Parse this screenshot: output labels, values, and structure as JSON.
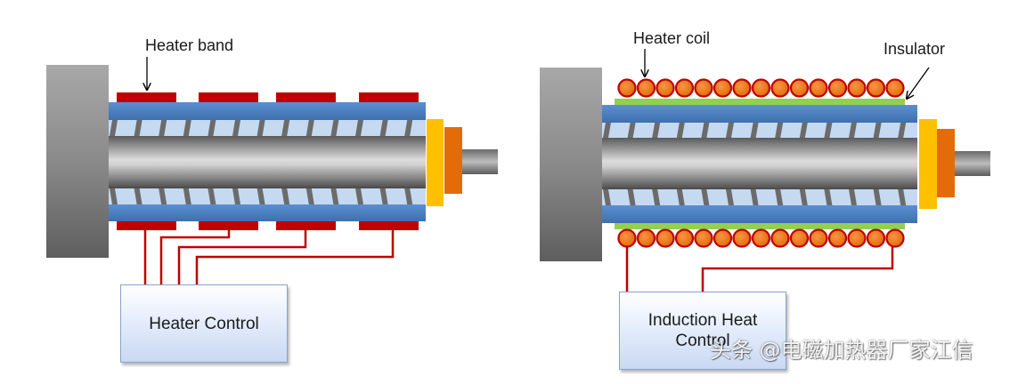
{
  "left_diagram": {
    "heater_band_label": "Heater band",
    "control_label": "Heater Control"
  },
  "right_diagram": {
    "heater_coil_label": "Heater coil",
    "insulator_label": "Insulator",
    "control_label": "Induction Heat Control"
  },
  "watermark": "头条 @电磁加热器厂家江信",
  "colors": {
    "barrel_blue": "#4f81bd",
    "heater_red": "#c00000",
    "coil_orange": "#e36c09",
    "insulator_green": "#92d050",
    "housing_gray": "#808080",
    "flange_yellow": "#ffc000",
    "wire_red": "#c00000"
  }
}
